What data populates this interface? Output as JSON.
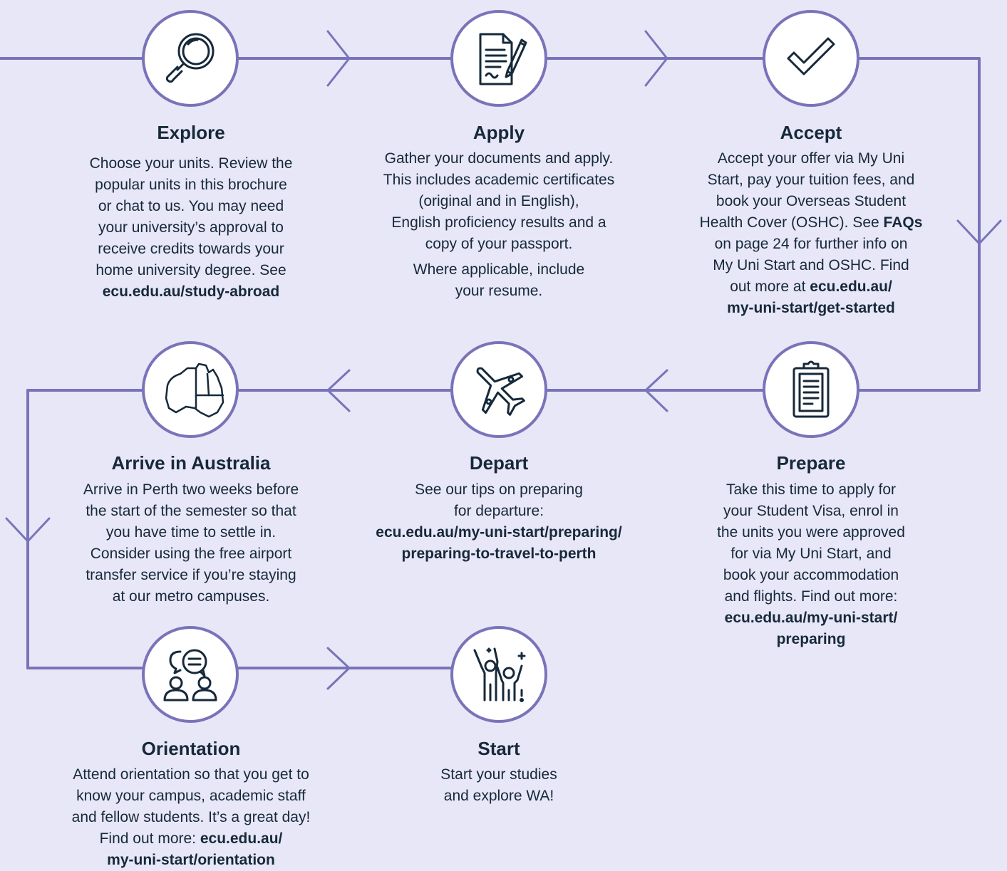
{
  "steps": {
    "explore": {
      "title": "Explore",
      "body_lines": [
        "Choose your units. Review the",
        "popular units in this brochure",
        "or chat to us. You may need",
        "your university’s approval to",
        "receive credits towards your",
        "home university degree. See"
      ],
      "link_lines": [
        "ecu.edu.au/study-abroad"
      ],
      "icon": "magnifier-icon"
    },
    "apply": {
      "title": "Apply",
      "body_lines": [
        "Gather your documents and apply.",
        "This includes academic certificates",
        "(original and in English),",
        "English proficiency results and a",
        "copy of your passport."
      ],
      "extra_lines": [
        "Where applicable, include",
        "your resume."
      ],
      "icon": "document-signing-icon"
    },
    "accept": {
      "title": "Accept",
      "body_lines": [
        "Accept your offer via My Uni",
        "Start, pay your tuition fees, and",
        "book your Overseas Student"
      ],
      "faq_prefix": "Health Cover (OSHC). See ",
      "faq_bold": "FAQs",
      "body_lines_2": [
        "on page 24 for further info on",
        "My Uni Start and OSHC. Find"
      ],
      "link_prefix": "out more at ",
      "link_lines": [
        "ecu.edu.au/",
        "my-uni-start/get-started"
      ],
      "icon": "checkmark-icon"
    },
    "prepare": {
      "title": "Prepare",
      "body_lines": [
        "Take this time to apply for",
        "your Student Visa, enrol in",
        "the units you were approved",
        "for via My Uni Start, and",
        "book your accommodation",
        "and flights. Find out more:"
      ],
      "link_lines": [
        "ecu.edu.au/my-uni-start/",
        "preparing"
      ],
      "icon": "clipboard-icon"
    },
    "depart": {
      "title": "Depart",
      "body_lines": [
        "See our tips on preparing",
        "for departure:"
      ],
      "link_lines": [
        "ecu.edu.au/my-uni-start/preparing/",
        "preparing-to-travel-to-perth"
      ],
      "icon": "airplane-icon"
    },
    "arrive": {
      "title": "Arrive in Australia",
      "body_lines": [
        "Arrive in Perth two weeks before",
        "the start of the semester so that",
        "you have time to settle in.",
        "Consider using the free airport",
        "transfer service if you’re staying",
        "at our metro campuses."
      ],
      "icon": "australia-map-icon"
    },
    "orientation": {
      "title": "Orientation",
      "body_lines": [
        "Attend orientation so that you get to",
        "know your campus, academic staff",
        "and fellow students. It’s a great day!"
      ],
      "link_prefix": "Find out more: ",
      "link_lines": [
        "ecu.edu.au/",
        "my-uni-start/orientation"
      ],
      "icon": "chat-people-icon"
    },
    "start": {
      "title": "Start",
      "body_lines": [
        "Start your studies",
        "and explore WA!"
      ],
      "icon": "celebrating-people-icon"
    }
  },
  "colors": {
    "background": "#e8e7f7",
    "line": "#7a73b9",
    "title": "#16293a",
    "circle_fill": "#ffffff"
  }
}
